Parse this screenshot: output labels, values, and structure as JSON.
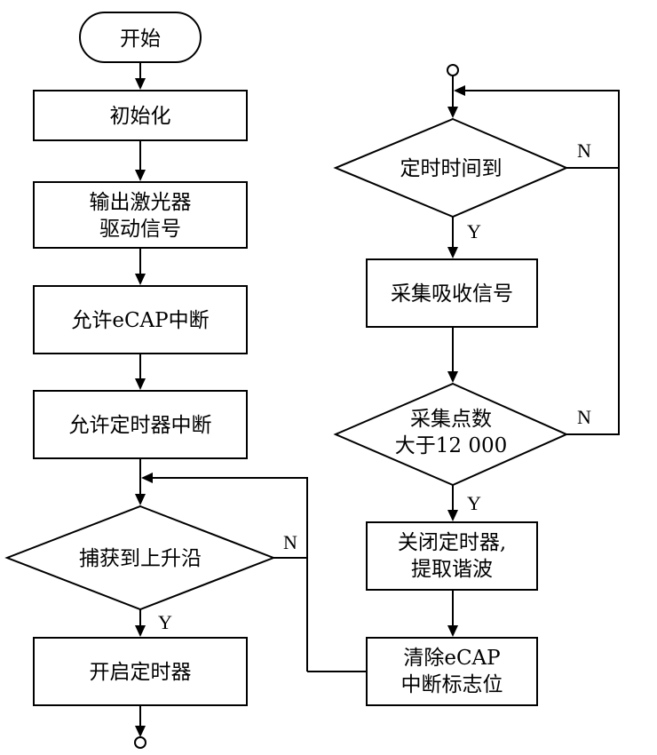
{
  "nodes": {
    "start": "开始",
    "init": "初始化",
    "laser_1": "输出激光器",
    "laser_2": "驱动信号",
    "ecap_enable": "允许eCAP中断",
    "timer_enable": "允许定时器中断",
    "capture_edge": "捕获到上升沿",
    "start_timer": "开启定时器",
    "timer_check": "定时时间到",
    "sample": "采集吸收信号",
    "count_1": "采集点数",
    "count_2": "大于12 000",
    "close_1": "关闭定时器,",
    "close_2": "提取谐波",
    "clear_1": "清除eCAP",
    "clear_2": "中断标志位"
  },
  "labels": {
    "yes": "Y",
    "no": "N"
  }
}
